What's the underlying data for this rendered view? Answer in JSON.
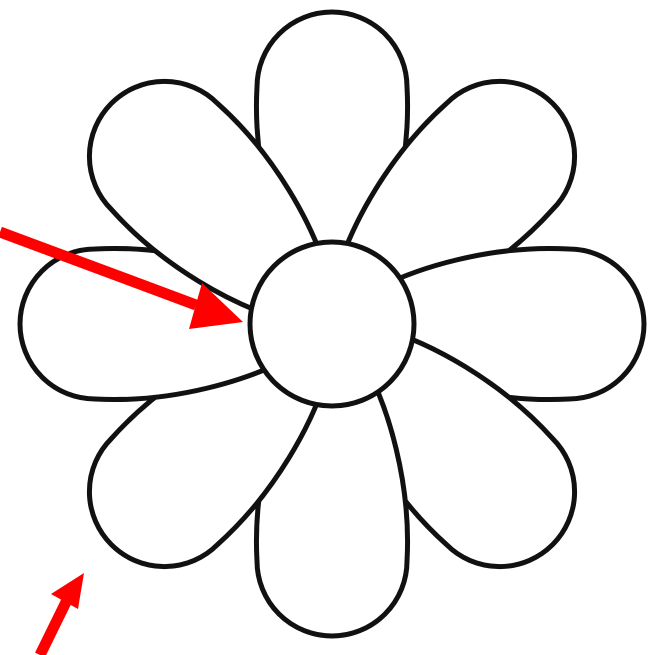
{
  "diagram": {
    "subject": "flower",
    "petal_count": 8,
    "colors": {
      "background": "#ffffff",
      "outline": "#111111",
      "arrow": "#ff0000"
    },
    "arrows": [
      {
        "id": "arrow-center",
        "points_to": "flower-center"
      },
      {
        "id": "arrow-petal",
        "points_to": "petal-tip-lower-left"
      }
    ]
  }
}
